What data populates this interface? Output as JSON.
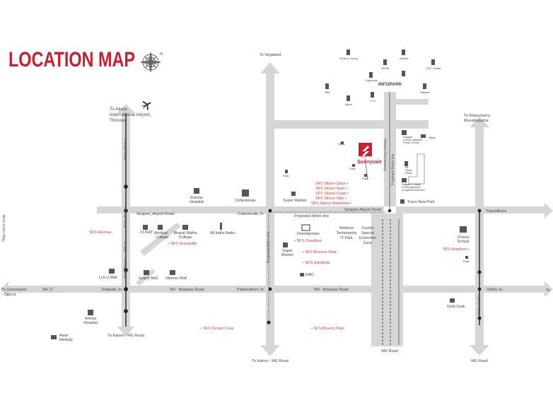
{
  "title": "LOCATION MAP",
  "compass_letter": "N",
  "side_note": "*Map not to scale",
  "colors": {
    "road": "#d5d5d5",
    "brand_red": "#c8202e",
    "label_red": "#d83a3a",
    "node": "#222222",
    "icon": "#555555"
  },
  "road_labels": {
    "to_vegaland": "To Vegaland",
    "to_aluva_1": "To Aluva",
    "to_aluva_2": "International Airport,",
    "to_aluva_3": "Thrissur",
    "to_kolancherry_1": "To Kolancherry-",
    "to_kolancherry_2": "Muvattupuzha",
    "to_guruvayoor_1": "To Guruvayoor",
    "to_guruvayoor_2": "- Calicut",
    "to_te": "To",
    "to_kaloor_left": "To Kaloor - MG Road",
    "to_kaloor_bottom": "To Kaloor - MG Road",
    "mg_road_1": "MG Road",
    "mg_road_2": "MG Road",
    "seaport_airport_left": "Seaport_Airport Road",
    "seaport_airport_right": "Seaport-Airport Road",
    "collectorate_jn": "Collectorate Jn.",
    "proposed_metro_line": "Proposed Metro line",
    "nh_bypass_left": "NH - Byepass Road",
    "nh_bypass_right": "NH - Byepass Road",
    "palarivattom_jn": "Palarivattom Jn.",
    "edapally_jn": "Edapally Jn.",
    "vyttila_jn": "Vyttila Jn.",
    "nh17": "NH 17",
    "tripunithura": "Tripunithura",
    "infopark": "INFOPARK",
    "infopark_expressway": "Infopark Expressway",
    "proposed_metro_vertical": "Proposed Metro line",
    "nh47": "NH 47",
    "metro_station_left_top": "Metro Station",
    "metro_station_left_mid": "Metro Station",
    "metro_station_left_bot": "Metro Station",
    "metro_station_right": "Metro Station",
    "proposed_metro_left_vertical": "Proposed Metro line"
  },
  "landmarks": {
    "sunrise_hospital_1": "Sunrise",
    "sunrise_hospital_2": "Hospital",
    "collectorate": "Collectorate",
    "super_market_top": "Super Market",
    "cusat": "CUSAT",
    "medical_college_1": "Medical",
    "medical_college_2": "College",
    "bharat_matha_1": "Bharat Matha",
    "bharat_matha_2": "College",
    "all_india_radio": "All India Radio",
    "doordarshan": "Doordarshan",
    "super_market_mid_1": "Super",
    "super_market_mid_2": "Market",
    "muthoot_1": "Muthoot",
    "muthoot_2": "Technopolis",
    "muthoot_3": "IT Park",
    "cochin_sez_1": "Cochin",
    "cochin_sez_2": "Special",
    "cochin_sez_3": "Economic",
    "cochin_sez_4": "Zone",
    "emc": "EMC",
    "lulu_mall": "LULU Mall",
    "grand_mall": "Grand Mall",
    "oberon_mall": "Oberon Mall",
    "amrita_1": "Amrita",
    "amrita_2": "Hospital",
    "aster_1": "Aster",
    "aster_2": "Medcity",
    "trans_asia_park": "Trans Asia Park",
    "choice_school_1": "Choice",
    "choice_school_2": "School",
    "gold_souk": "Gold Souk",
    "rajagiri_1": "Rajagiri",
    "rajagiri_2": "Christu Jayanthi",
    "rajagiri_3": "Public School",
    "villas": "Villas",
    "ltr_1": "ltR",
    "ltr_2": "Head",
    "ltr_3": "Office",
    "model_eng_1": "Rajagiri College",
    "model_eng_2": "of Management",
    "model_eng_3": "& Applied Sciences",
    "flats_1": "Flats",
    "flats_2": "Flats",
    "flats_3": "Flats",
    "flats_4": "Flats",
    "villas_2": "Villas",
    "ernst_young": "Ernst & Young",
    "infosys": "Infosys",
    "kpmg": "KPMG",
    "ust_global": "UST Global",
    "cognizant": "Cognizant",
    "ibm": "IBM",
    "tcs": "TCS",
    "wipro": "Wipro",
    "satyam": "Satyam",
    "sfs": "SFS"
  },
  "projects": {
    "sunnyvale": "Sunnyvale",
    "silicon_drive": "SFS Silicon Drive •",
    "silicon_gate": "SFS Silicon Gate •",
    "silicon_court": "SFS Silicon Court •",
    "silicon_hills": "SFS Silicon Hills •",
    "silicon_meadows": "SFS Silicon Meadows •",
    "eternia": "SFS Eternia•",
    "grandville": "• SFS Grandville",
    "casaflora": "• SFS Casaflora",
    "brenton_park": "• SFS Brenton Park",
    "gardenia": "• SFS Gardenia",
    "kingdom": "SFS Kingdom •",
    "center_cove": "• SFS Center Cove",
    "beverly_park": "• SFS Beverly Park"
  }
}
